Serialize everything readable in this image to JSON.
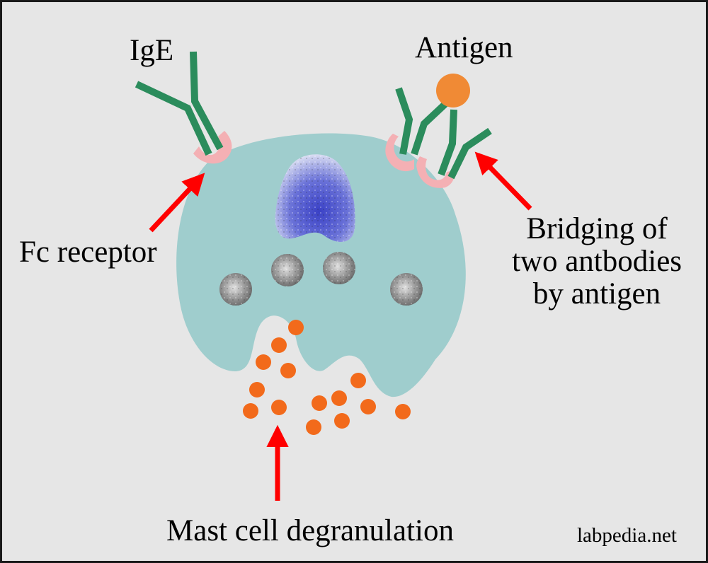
{
  "labels": {
    "ige": "IgE",
    "antigen": "Antigen",
    "fc_receptor": "Fc receptor",
    "bridging": [
      "Bridging of",
      "two antbodies",
      "by antigen"
    ],
    "degranulation": "Mast cell degranulation",
    "source": "labpedia.net"
  },
  "colors": {
    "background": "#e6e6e6",
    "cell": "#9fcdcd",
    "nucleus": "#5a62d2",
    "granule": "#8f8f8f",
    "released_granule": "#f26a1b",
    "antigen": "#f08a35",
    "antibody": "#2b8c5c",
    "receptor": "#f4b0b4",
    "arrow": "#ff0000"
  }
}
